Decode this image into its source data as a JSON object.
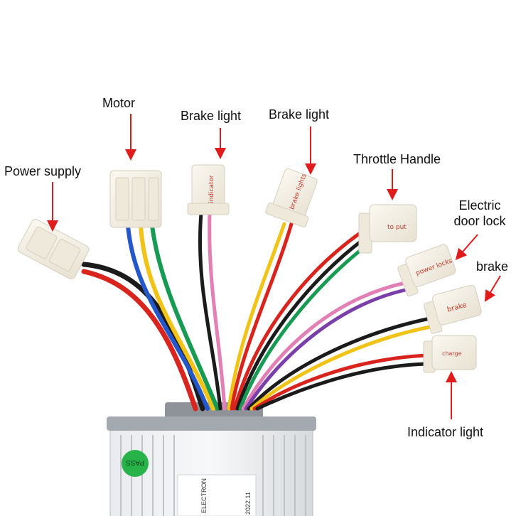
{
  "labels": {
    "power_supply": "Power supply",
    "motor": "Motor",
    "brake_light_1": "Brake light",
    "brake_light_2": "Brake light",
    "throttle_handle": "Throttle Handle",
    "electric_door_lock_line1": "Electric",
    "electric_door_lock_line2": "door lock",
    "brake": "brake",
    "indicator_light": "Indicator light"
  },
  "connector_text": {
    "indicator": "indicator",
    "brake_lights": "brake lights",
    "to_put": "to put",
    "power_locks": "power locks",
    "brake": "brake",
    "charge": "charge"
  },
  "controller": {
    "pass_sticker": "PASS",
    "label_text_1": "ELECTRON",
    "label_text_2": "2022.11"
  },
  "colors": {
    "arrow": "#e01b1b",
    "wire_red": "#d9231d",
    "wire_black": "#1b1b1b",
    "wire_blue": "#2457c9",
    "wire_yellow": "#f2c317",
    "wire_green": "#179a52",
    "wire_pink": "#e27fb4",
    "wire_purple": "#7a3fa8",
    "connector": "#f4efe4",
    "controller": "#c9cdd2"
  },
  "icons": {
    "arrow": "arrow-down-icon"
  }
}
